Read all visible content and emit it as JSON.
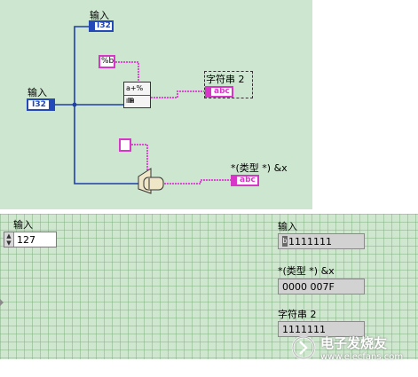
{
  "block_diagram": {
    "input_top_label": "输入",
    "input_top_terminal": "I32",
    "input_left_label": "输入",
    "input_left_terminal": "I32",
    "format_constant": "%b",
    "format_node_text": "%",
    "format_node_io": "I H",
    "string2_label": "字符串 2",
    "string2_terminal": "abc",
    "typecast_label": "*(类型 *) &x",
    "typecast_terminal": "abc"
  },
  "front_panel": {
    "input_label": "输入",
    "input_value": "127",
    "right_input_label": "输入",
    "right_input_radix": "b",
    "right_input_value": "1111111",
    "typecast_label": "*(类型 *) &x",
    "typecast_value": "0000 007F",
    "string2_label": "字符串 2",
    "string2_value": "1111111"
  },
  "watermark": {
    "name": "电子发烧友",
    "url": "www.elecfans.com"
  },
  "colors": {
    "diagram_bg": "#cde6cf",
    "int_wire": "#1f3fa8",
    "string_wire": "#e04ad6",
    "terminal_blue": "#2348b8",
    "terminal_pink": "#d836c8"
  }
}
